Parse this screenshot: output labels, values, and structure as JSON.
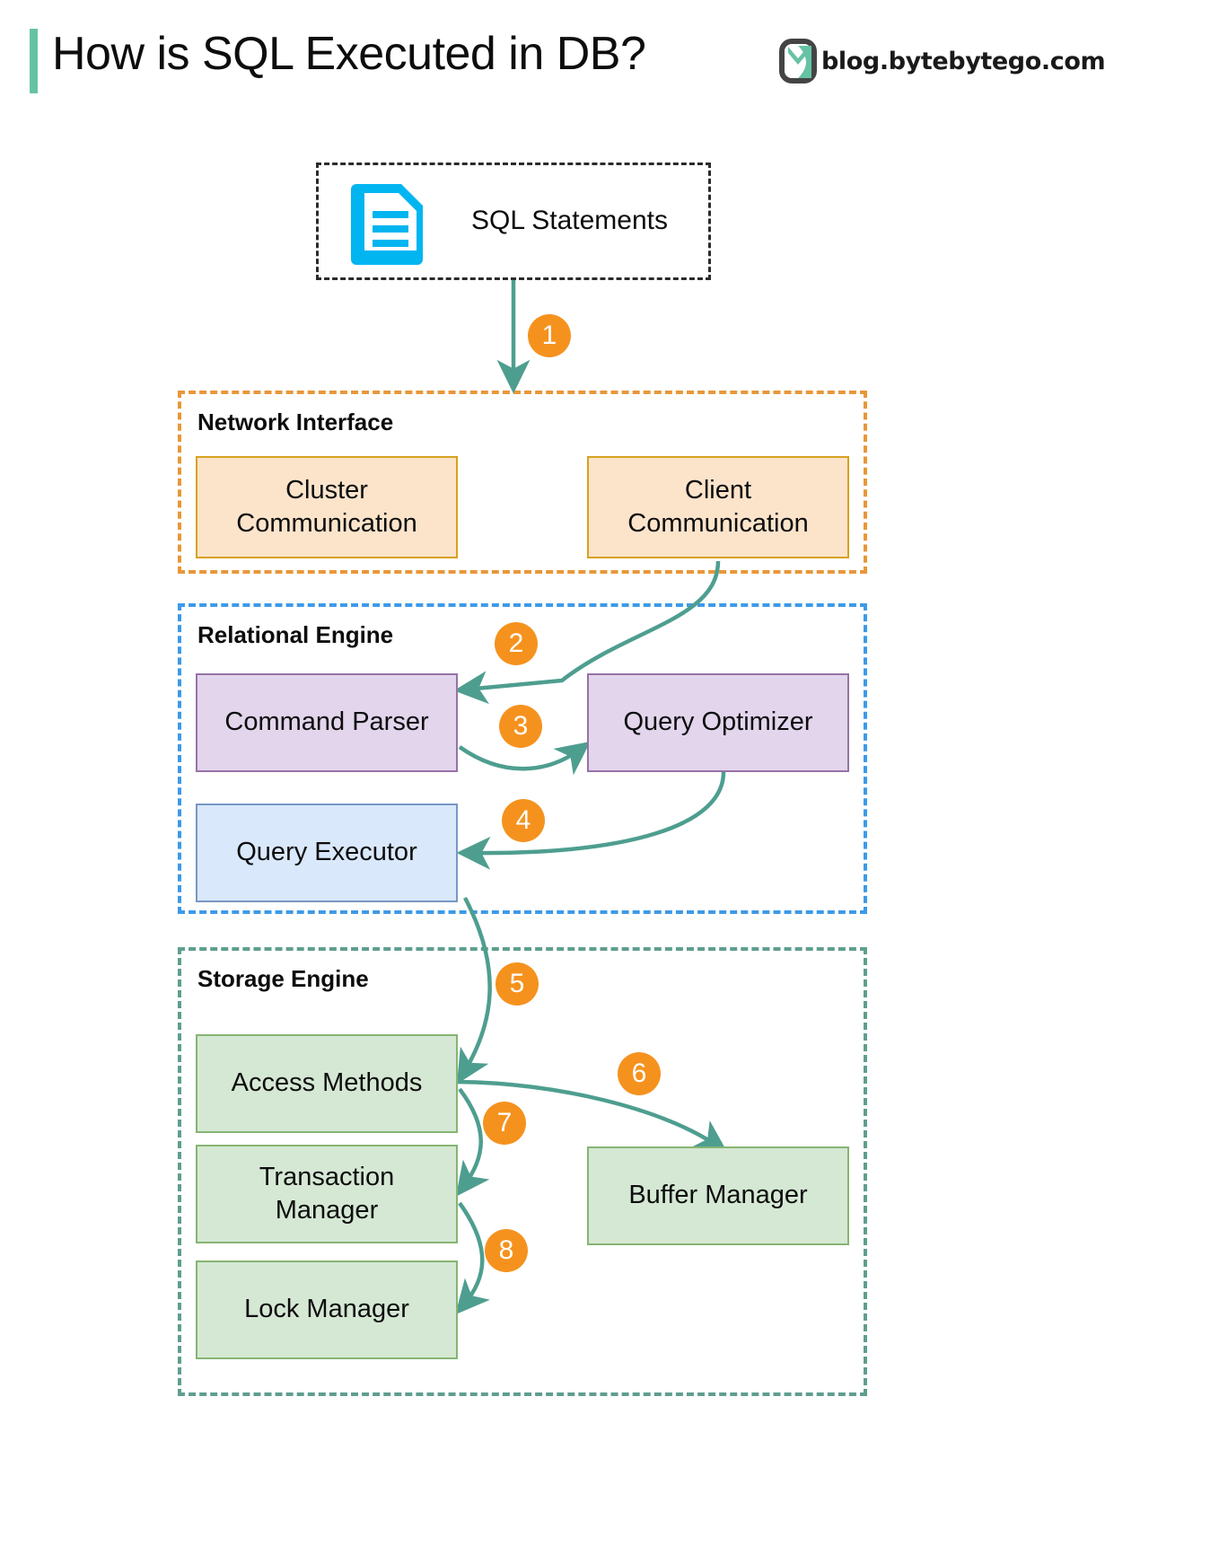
{
  "header": {
    "title": "How is SQL Executed in DB?",
    "brand_text": "blog.bytebytego.com",
    "logo_icon": "bytebytego-logo-icon",
    "accent_color": "#66C2A5"
  },
  "source": {
    "label": "SQL Statements",
    "icon": "document-icon",
    "icon_color": "#00B5F0"
  },
  "groups": [
    {
      "id": "network-interface",
      "label": "Network Interface",
      "border_color": "#E8973A",
      "nodes": [
        {
          "id": "cluster-communication",
          "label": "Cluster\nCommunication",
          "fill": "#FCE4CB",
          "stroke": "#D6A21E"
        },
        {
          "id": "client-communication",
          "label": "Client\nCommunication",
          "fill": "#FCE4CB",
          "stroke": "#D6A21E"
        }
      ]
    },
    {
      "id": "relational-engine",
      "label": "Relational Engine",
      "border_color": "#3D9AE8",
      "nodes": [
        {
          "id": "command-parser",
          "label": "Command Parser",
          "fill": "#E2D5EC",
          "stroke": "#9673A6"
        },
        {
          "id": "query-optimizer",
          "label": "Query Optimizer",
          "fill": "#E2D5EC",
          "stroke": "#9673A6"
        },
        {
          "id": "query-executor",
          "label": "Query Executor",
          "fill": "#DAE8FC",
          "stroke": "#7897C4"
        }
      ]
    },
    {
      "id": "storage-engine",
      "label": "Storage Engine",
      "border_color": "#5F9E8F",
      "nodes": [
        {
          "id": "access-methods",
          "label": "Access Methods",
          "fill": "#D5E8D4",
          "stroke": "#87B473"
        },
        {
          "id": "transaction-manager",
          "label": "Transaction\nManager",
          "fill": "#D5E8D4",
          "stroke": "#87B473"
        },
        {
          "id": "lock-manager",
          "label": "Lock Manager",
          "fill": "#D5E8D4",
          "stroke": "#87B473"
        },
        {
          "id": "buffer-manager",
          "label": "Buffer Manager",
          "fill": "#D5E8D4",
          "stroke": "#87B473"
        }
      ]
    }
  ],
  "node_labels": {
    "cluster_communication_line1": "Cluster",
    "cluster_communication_line2": "Communication",
    "client_communication_line1": "Client",
    "client_communication_line2": "Communication",
    "command_parser": "Command Parser",
    "query_optimizer": "Query Optimizer",
    "query_executor": "Query Executor",
    "access_methods": "Access Methods",
    "transaction_manager_line1": "Transaction",
    "transaction_manager_line2": "Manager",
    "lock_manager": "Lock Manager",
    "buffer_manager": "Buffer Manager"
  },
  "group_labels": {
    "network_interface": "Network Interface",
    "relational_engine": "Relational Engine",
    "storage_engine": "Storage Engine"
  },
  "steps": [
    {
      "n": "1",
      "from": "sql-statements",
      "to": "client-communication-area"
    },
    {
      "n": "2",
      "from": "client-communication",
      "to": "command-parser"
    },
    {
      "n": "3",
      "from": "command-parser",
      "to": "query-optimizer"
    },
    {
      "n": "4",
      "from": "query-optimizer",
      "to": "query-executor"
    },
    {
      "n": "5",
      "from": "query-executor",
      "to": "access-methods"
    },
    {
      "n": "6",
      "from": "access-methods",
      "to": "buffer-manager"
    },
    {
      "n": "7",
      "from": "access-methods",
      "to": "transaction-manager"
    },
    {
      "n": "8",
      "from": "transaction-manager",
      "to": "lock-manager"
    }
  ],
  "step_numbers": {
    "s1": "1",
    "s2": "2",
    "s3": "3",
    "s4": "4",
    "s5": "5",
    "s6": "6",
    "s7": "7",
    "s8": "8"
  },
  "colors": {
    "arrow": "#4E9E8F",
    "badge": "#F5921E",
    "badge_text": "#FFFFFF"
  }
}
